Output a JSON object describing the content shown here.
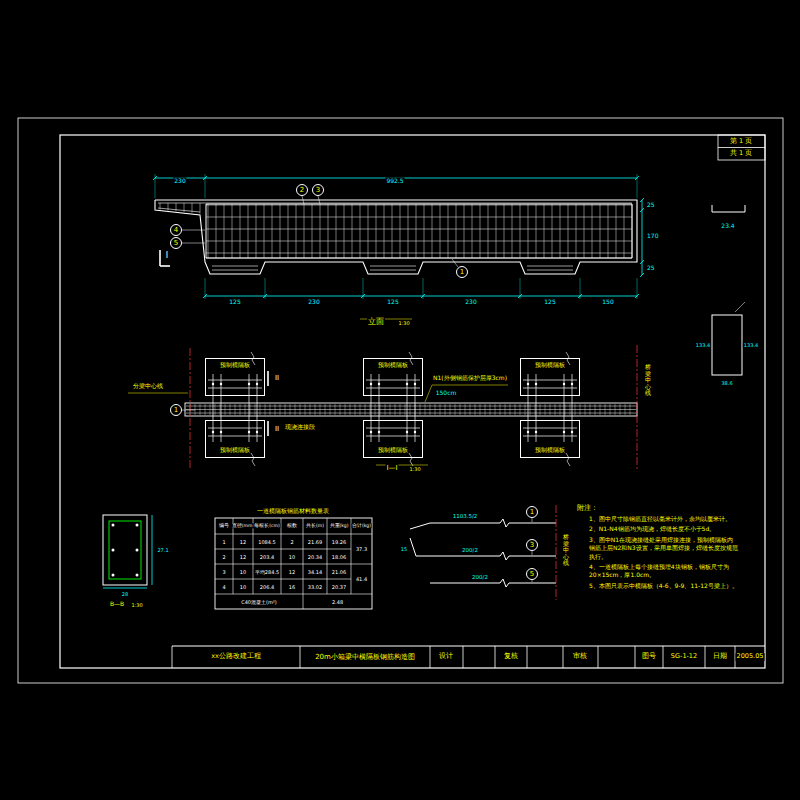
{
  "diagram": {
    "title": "20m小箱梁中横隔板钢筋构造图",
    "nodes": [
      {
        "text": [
          "2"
        ]
      },
      {
        "text": [
          "3"
        ]
      },
      {
        "text": [
          "4"
        ]
      },
      {
        "text": [
          "5"
        ]
      },
      {
        "text": [
          "1"
        ]
      },
      {
        "text": [
          "预制横隔板"
        ]
      },
      {
        "text": [
          "预制横隔板"
        ]
      },
      {
        "text": [
          "预制横隔板"
        ]
      },
      {
        "text": [
          "1"
        ]
      },
      {
        "text": [
          "预制横隔板"
        ]
      },
      {
        "text": [
          "预制横隔板"
        ]
      },
      {
        "text": [
          "预制横隔板"
        ]
      },
      {
        "text": [
          "1"
        ]
      },
      {
        "text": [
          "3"
        ]
      },
      {
        "text": [
          "5"
        ]
      }
    ],
    "labels": [
      "第 1 页",
      "共 1 页",
      "230",
      "992.5",
      "125",
      "230",
      "125",
      "230",
      "125",
      "150",
      "25",
      "170",
      "25",
      "I",
      "立面",
      "1:30",
      "分梁中心线",
      "II",
      "II",
      "N1(外侧钢筋保护层厚3cm)",
      "150cm",
      "现浇连接段",
      "桥梁中心线",
      "I—I",
      "1:30",
      "23.4",
      "133.4",
      "133.4",
      "38.6",
      "27.1",
      "28",
      "B—B",
      "1:30",
      "一道横隔板钢筋材料数量表",
      "编号",
      "直径(mm)",
      "每根长(cm)",
      "根数",
      "共长(m)",
      "共重(kg)",
      "合计(kg)",
      "1",
      "12",
      "1084.5",
      "2",
      "21.69",
      "19.26",
      "37.3",
      "2",
      "12",
      "203.4",
      "10",
      "20.34",
      "18.06",
      "3",
      "10",
      "平均284.5",
      "12",
      "34.14",
      "21.06",
      "41.4",
      "4",
      "10",
      "206.4",
      "16",
      "33.02",
      "20.37",
      "C40混凝土(m³)",
      "2.48",
      "1103.5/2",
      "200/2",
      "15",
      "200/2",
      "桥梁中心线",
      "附注：",
      "1、图中尺寸除钢筋直径以毫米计外，余均以厘米计。",
      "2、N1-N4钢筋均为现浇，焊缝长度不小于5d。",
      "3、图中N1在现浇接缝处采用焊接连接，预制横隔板内钢筋上层N2和N3设置，采用单面焊接，焊缝长度按规范执行。",
      "4、一道横隔板上每个接缝预埋4块钢板，钢板尺寸为20×15cm，厚1.0cm。",
      "5、本图只表示中横隔板（4-6、9-9、11-12号梁上）。",
      "xx公路改建工程",
      "设计",
      "复核",
      "审核",
      "图号",
      "SG-1-12",
      "日期",
      "2005.05"
    ]
  }
}
